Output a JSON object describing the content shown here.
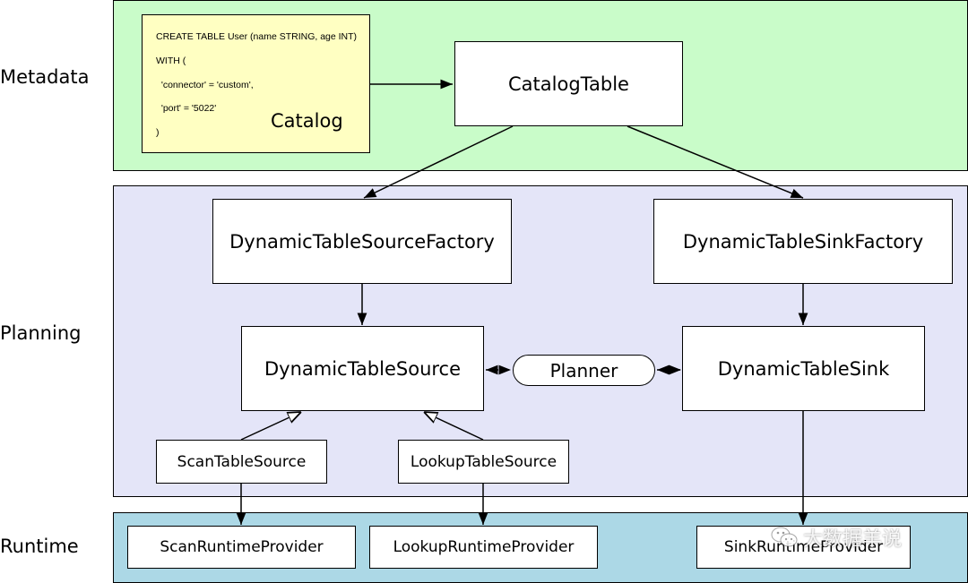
{
  "layers": {
    "metadata": "Metadata",
    "planning": "Planning",
    "runtime": "Runtime"
  },
  "colors": {
    "metadata_bg": "#c9fcc9",
    "planning_bg": "#e4e5f8",
    "runtime_bg": "#acd8e6",
    "sql_bg": "#ffffc2"
  },
  "sql": {
    "line1": "CREATE TABLE User (name STRING, age INT)",
    "line2": "WITH (",
    "line3": "  'connector' = 'custom',",
    "line4": "  'port' = '5022'",
    "line5": ")",
    "catalog_label": "Catalog"
  },
  "nodes": {
    "catalog_table": "CatalogTable",
    "source_factory": "DynamicTableSourceFactory",
    "sink_factory": "DynamicTableSinkFactory",
    "dynamic_source": "DynamicTableSource",
    "planner": "Planner",
    "dynamic_sink": "DynamicTableSink",
    "scan_source": "ScanTableSource",
    "lookup_source": "LookupTableSource",
    "scan_runtime": "ScanRuntimeProvider",
    "lookup_runtime": "LookupRuntimeProvider",
    "sink_runtime": "SinkRuntimeProvider"
  },
  "watermark": {
    "icon": "wechat-icon",
    "text": "大数据羊说"
  }
}
